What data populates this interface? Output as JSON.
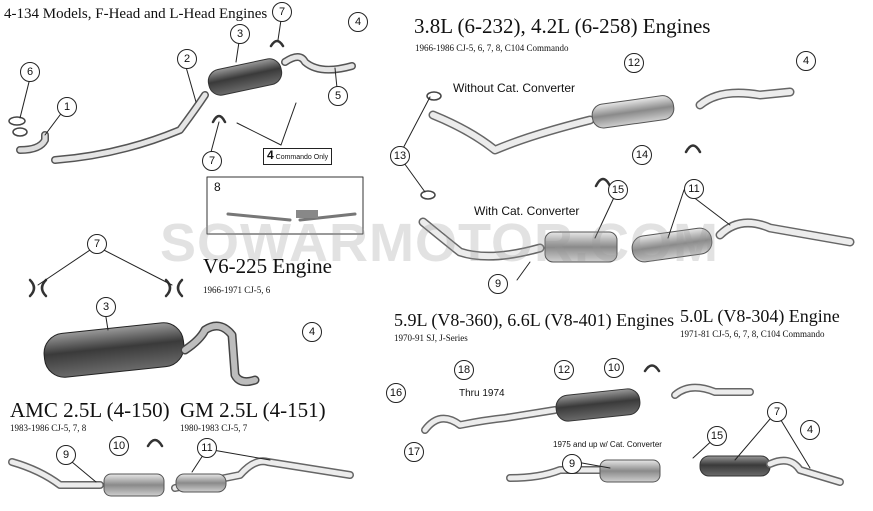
{
  "watermark": "SOWARMOTOR.COM",
  "sections": {
    "f_head": {
      "title": "4-134 Models, F-Head and L-Head Engines",
      "commando_note": "Commando Only",
      "inset_number": "8"
    },
    "v6_232": {
      "title": "3.8L (6-232), 4.2L (6-258) Engines",
      "subtitle": "1966-1986 CJ-5, 6, 7, 8, C104 Commando",
      "without_cat": "Without Cat. Converter",
      "with_cat": "With Cat. Converter"
    },
    "v6_225": {
      "title": "V6-225 Engine",
      "subtitle": "1966-1971 CJ-5, 6"
    },
    "amc": {
      "title": "AMC 2.5L (4-150)",
      "subtitle": "1983-1986 CJ-5, 7, 8"
    },
    "gm": {
      "title": "GM 2.5L (4-151)",
      "subtitle": "1980-1983 CJ-5, 7"
    },
    "v8": {
      "title": "5.9L (V8-360), 6.6L (V8-401) Engines",
      "subtitle": "1970-91 SJ, J-Series",
      "thru": "Thru 1974",
      "after": "1975 and up w/ Cat. Converter"
    },
    "v8_304": {
      "title": "5.0L (V8-304) Engine",
      "subtitle": "1971-81 CJ-5, 6, 7, 8, C104 Commando"
    }
  },
  "callouts": [
    "1",
    "2",
    "3",
    "4",
    "5",
    "6",
    "7",
    "7",
    "7",
    "4",
    "12",
    "4",
    "13",
    "14",
    "15",
    "11",
    "9",
    "7",
    "3",
    "4",
    "18",
    "10",
    "12",
    "16",
    "17",
    "9",
    "10",
    "11",
    "15",
    "9",
    "7",
    "4"
  ]
}
